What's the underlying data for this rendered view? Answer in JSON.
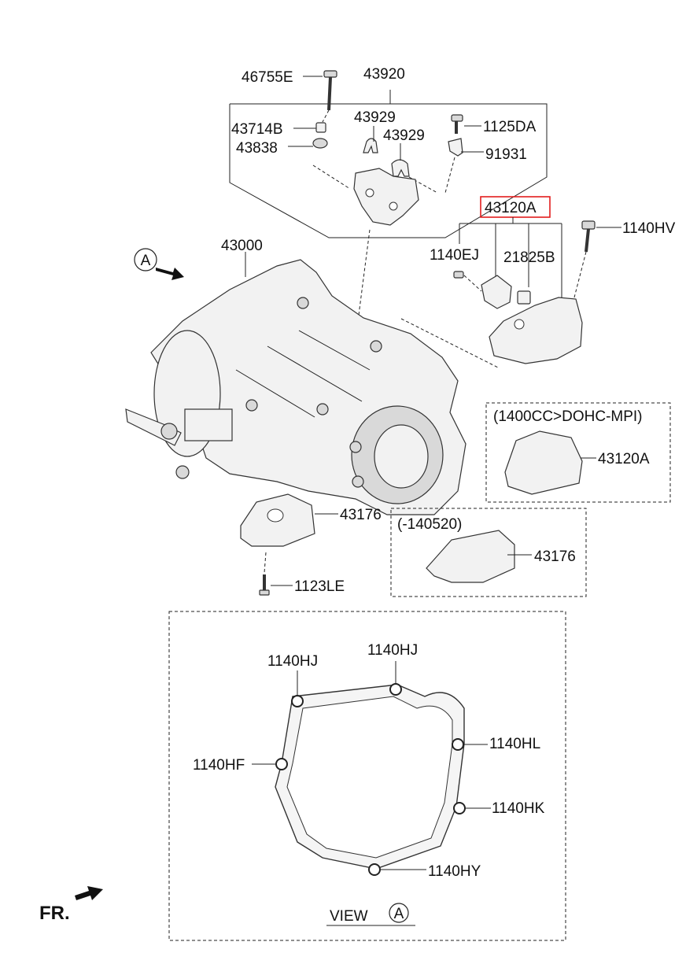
{
  "labels": {
    "p46755E": "46755E",
    "p43920": "43920",
    "p43714B": "43714B",
    "p43838": "43838",
    "p43929a": "43929",
    "p43929b": "43929",
    "p1125DA": "1125DA",
    "p91931": "91931",
    "p43120A": "43120A",
    "p1140HV": "1140HV",
    "p1140EJ": "1140EJ",
    "p21825B": "21825B",
    "p43000": "43000",
    "p1400cc": "(1400CC>DOHC-MPI)",
    "p43120A_b": "43120A",
    "p43176": "43176",
    "p140520": "(-140520)",
    "p43176_b": "43176",
    "p1123LE": "1123LE",
    "p1140HJ_a": "1140HJ",
    "p1140HJ_b": "1140HJ",
    "p1140HL": "1140HL",
    "p1140HF": "1140HF",
    "p1140HK": "1140HK",
    "p1140HY": "1140HY",
    "view": "VIEW",
    "view_letter": "A",
    "callout_letter": "A",
    "fr": "FR."
  },
  "colors": {
    "highlight": "#e31d1d",
    "line": "#222222"
  }
}
